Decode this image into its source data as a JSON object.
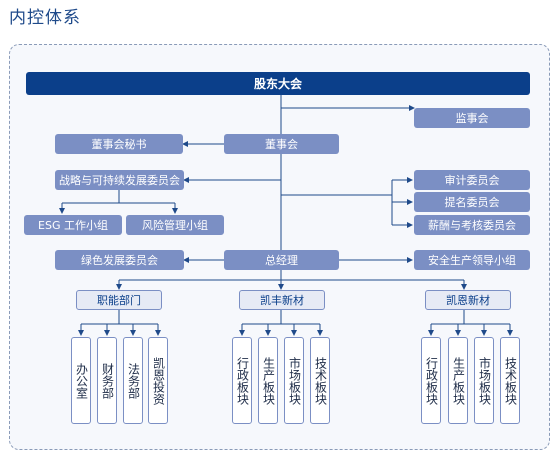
{
  "title": "内控体系",
  "colors": {
    "main": "#0b3f8a",
    "box": "#7b8fc4",
    "line": "#1f4a8a"
  },
  "nodes": {
    "shareholders": "股东大会",
    "supervisors": "监事会",
    "board_secretary": "董事会秘书",
    "board": "董事会",
    "strategy_committee": "战略与可持续发展委员会",
    "esg_group": "ESG 工作小组",
    "risk_group": "风险管理小组",
    "audit_committee": "审计委员会",
    "nomination_committee": "提名委员会",
    "compensation_committee": "薪酬与考核委员会",
    "green_committee": "绿色发展委员会",
    "general_manager": "总经理",
    "safety_group": "安全生产领导小组",
    "functional_dept": "职能部门",
    "kaifeng": "凯丰新材",
    "kaien": "凯恩新材"
  },
  "functional_units": [
    "办公室",
    "财务部",
    "法务部",
    "凯恩投资"
  ],
  "kaifeng_units": [
    "行政板块",
    "生产板块",
    "市场板块",
    "技术板块"
  ],
  "kaien_units": [
    "行政板块",
    "生产板块",
    "市场板块",
    "技术板块"
  ]
}
